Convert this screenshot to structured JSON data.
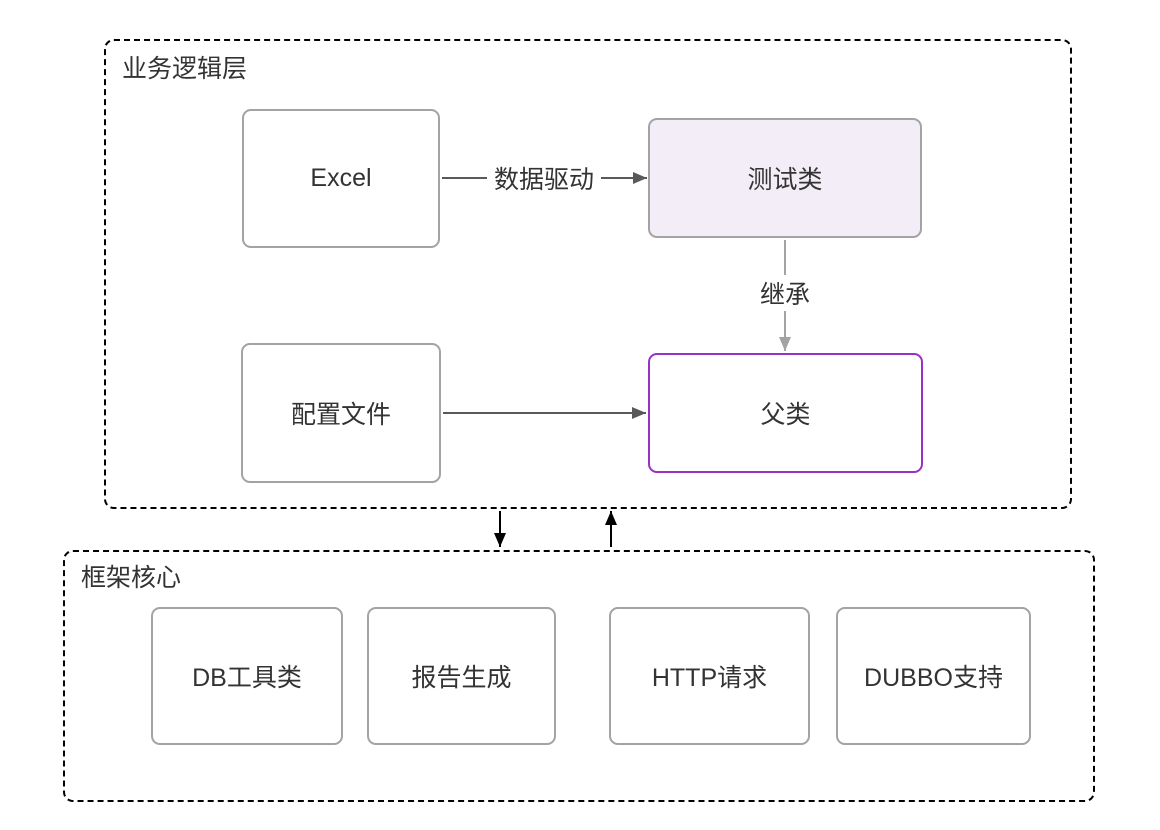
{
  "diagram": {
    "business_layer": {
      "label": "业务逻辑层",
      "nodes": {
        "excel": "Excel",
        "test_class": "测试类",
        "config_file": "配置文件",
        "parent_class": "父类"
      },
      "edge_labels": {
        "data_driven": "数据驱动",
        "inherit": "继承"
      }
    },
    "core_layer": {
      "label": "框架核心",
      "nodes": {
        "db_tools": "DB工具类",
        "report_gen": "报告生成",
        "http_request": "HTTP请求",
        "dubbo_support": "DUBBO支持"
      }
    },
    "colors": {
      "purple_accent": "#9c2fc5",
      "test_class_fill": "#f2edf6",
      "node_border": "#a3a3a3",
      "edge_dark": "#595959",
      "edge_light": "#a3a3a3",
      "edge_black": "#000000",
      "text": "#333333",
      "background": "#ffffff"
    }
  }
}
